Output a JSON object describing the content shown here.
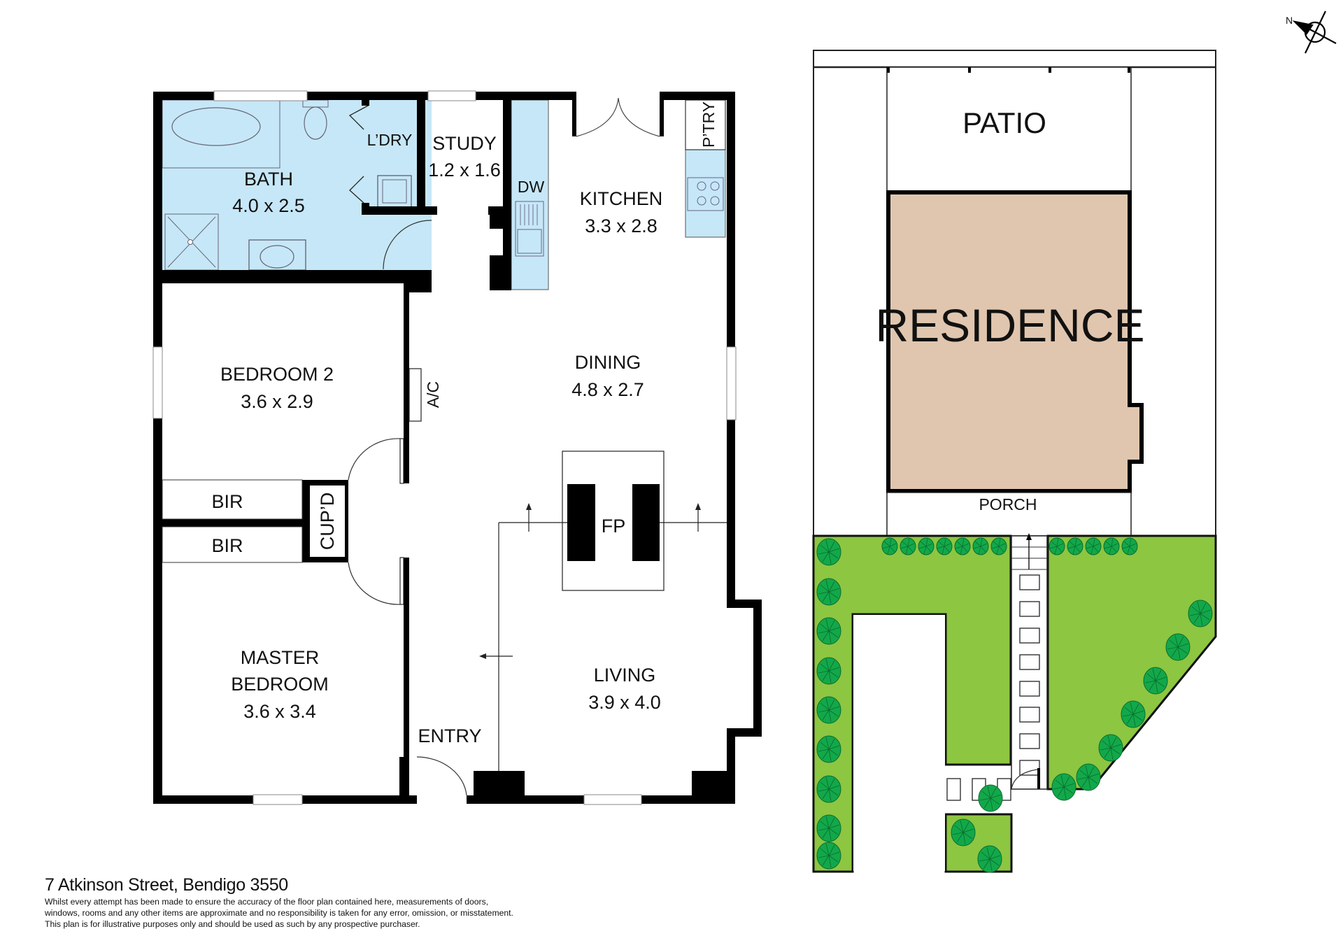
{
  "floor_plan": {
    "rooms": [
      {
        "id": "bath",
        "name": "BATH",
        "dims": "4.0 x 2.5"
      },
      {
        "id": "laundry",
        "name": "L’DRY"
      },
      {
        "id": "study",
        "name": "STUDY",
        "dims": "1.2 x 1.6"
      },
      {
        "id": "dishwasher",
        "name": "DW"
      },
      {
        "id": "kitchen",
        "name": "KITCHEN",
        "dims": "3.3 x 2.8"
      },
      {
        "id": "pantry",
        "name": "P’TRY"
      },
      {
        "id": "bedroom2",
        "name": "BEDROOM 2",
        "dims": "3.6 x 2.9"
      },
      {
        "id": "ac",
        "name": "A/C"
      },
      {
        "id": "dining",
        "name": "DINING",
        "dims": "4.8 x 2.7"
      },
      {
        "id": "bir1",
        "name": "BIR"
      },
      {
        "id": "bir2",
        "name": "BIR"
      },
      {
        "id": "cupboard",
        "name": "CUP’D"
      },
      {
        "id": "fireplace",
        "name": "FP"
      },
      {
        "id": "master",
        "name_line1": "MASTER",
        "name_line2": "BEDROOM",
        "dims": "3.6 x 3.4"
      },
      {
        "id": "entry",
        "name": "ENTRY"
      },
      {
        "id": "living",
        "name": "LIVING",
        "dims": "3.9 x 4.0"
      }
    ],
    "colors": {
      "wet_area": "#c6e7f7",
      "wall": "#000000"
    }
  },
  "site_plan": {
    "labels": {
      "patio": "PATIO",
      "residence": "RESIDENCE",
      "porch": "PORCH"
    },
    "compass": {
      "label": "N"
    },
    "colors": {
      "residence": "#e0c6ae",
      "lawn": "#8dc641",
      "tree": "#12a84a"
    }
  },
  "footer": {
    "address": "7 Atkinson Street, Bendigo 3550",
    "disclaimer_lines": [
      "Whilst every attempt has been made to ensure the accuracy of the floor plan contained here, measurements of doors,",
      "windows, rooms and any other items are approximate and no responsibility is taken for any error, omission, or misstatement.",
      "This plan is for illustrative purposes only and should be used as such by any prospective purchaser."
    ]
  }
}
